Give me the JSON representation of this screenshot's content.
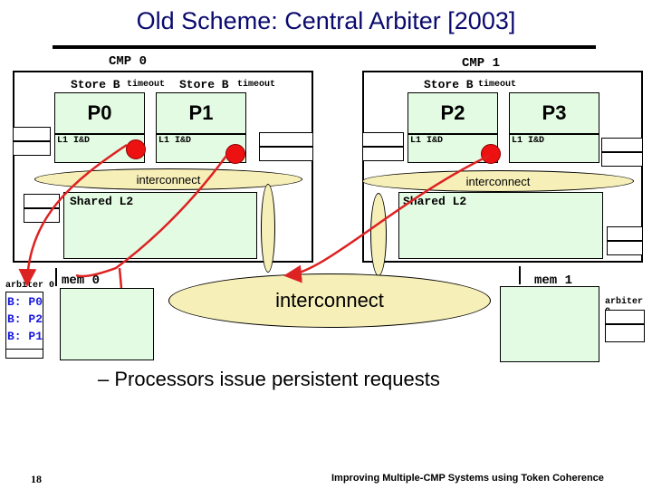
{
  "title": "Old Scheme:  Central Arbiter [2003]",
  "cmp": [
    {
      "label": "CMP 0",
      "store_b": "Store B",
      "timeout": "timeout",
      "processors": [
        "P0",
        "P1"
      ],
      "l1_labels": [
        "L1 I&D",
        "L1 I&D"
      ],
      "interconnect": "interconnect",
      "shared_l2": "Shared L2"
    },
    {
      "label": "CMP 1",
      "store_b": "Store B",
      "timeout": "timeout",
      "processors": [
        "P2",
        "P3"
      ],
      "l1_labels": [
        "L1 I&D",
        "L1 I&D"
      ],
      "interconnect": "interconnect",
      "shared_l2": "Shared L2"
    }
  ],
  "memory": {
    "mem0": "mem 0",
    "mem1": "mem 1",
    "interconnect": "interconnect",
    "arbiter0_left": "arbiter 0",
    "arbiter0_right": "arbiter 0",
    "queue": [
      "B: P0",
      "B: P2",
      "B: P1"
    ]
  },
  "bullet": "– Processors issue persistent requests",
  "footer": {
    "page": "18",
    "text": "Improving Multiple-CMP Systems using Token Coherence"
  },
  "colors": {
    "arrow": "#dd2222",
    "request_dot": "#ee1111",
    "queue_text": "#1a1ae0",
    "cache": "#e3fae3",
    "interconnect": "#f7efb8"
  }
}
